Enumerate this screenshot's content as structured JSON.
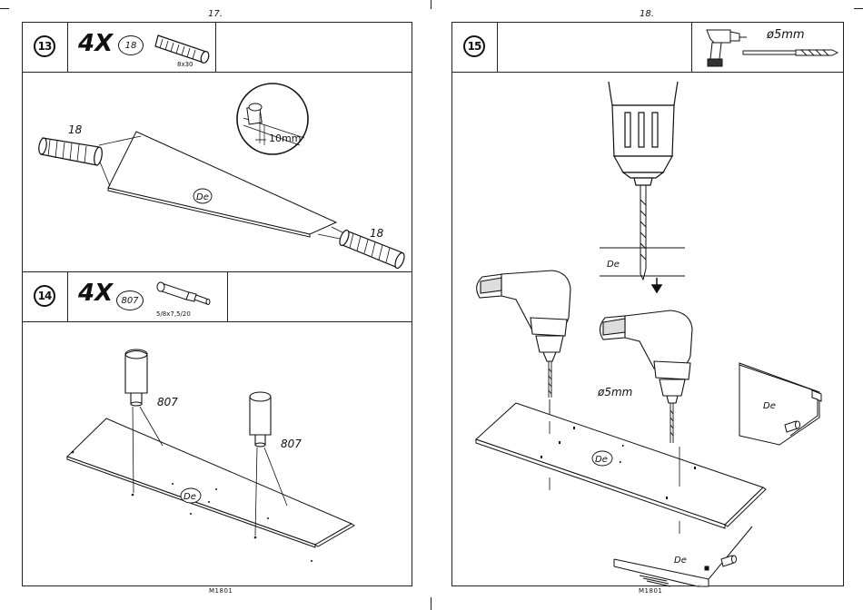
{
  "left_page": {
    "page_number": "17.",
    "footer_code": "M1801",
    "step13": {
      "number": "13",
      "quantity": "4X",
      "part_tag": "18",
      "part_dim": "8x30",
      "callout_part": "18",
      "callout_part_b": "18",
      "zoom_measure": "10mm",
      "panel_label": "De"
    },
    "step14": {
      "number": "14",
      "quantity": "4X",
      "part_tag": "807",
      "part_dim": "5/8x7,5/20",
      "callout_part": "807",
      "callout_part_b": "807",
      "panel_label": "De"
    }
  },
  "right_page": {
    "page_number": "18.",
    "footer_code": "M1801",
    "step15": {
      "number": "15",
      "drill_size": "ø5mm",
      "depth_label": "De",
      "main_drill_size": "ø5mm",
      "panel_label": "De",
      "side_label_top": "De",
      "side_label_bottom": "De"
    }
  }
}
